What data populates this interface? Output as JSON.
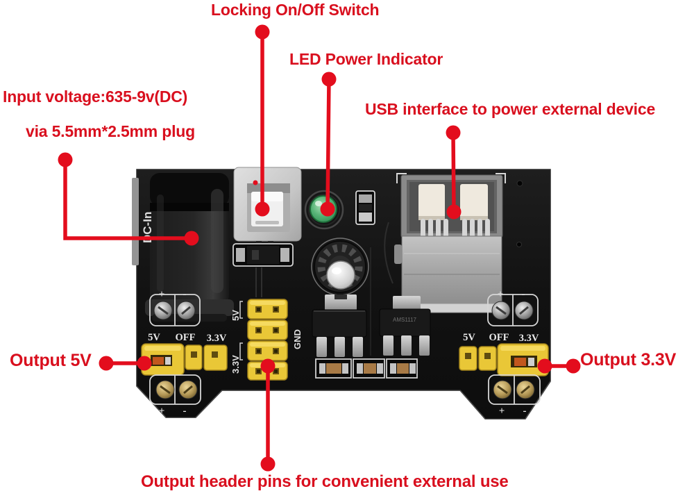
{
  "colors": {
    "annotation_red": "#d90f1e",
    "board_black": "#141414",
    "jumper_yellow": "#e9c737",
    "led_green": "#2e9053",
    "silkscreen_white": "#e6e6e6"
  },
  "annotations": {
    "locking_switch": "Locking On/Off Switch",
    "led_indicator": "LED Power Indicator",
    "input_voltage_line1": "Input voltage:635-9v(DC)",
    "input_voltage_line2": "via 5.5mm*2.5mm plug",
    "usb_interface": "USB interface to power external device",
    "output_5v": "Output 5V",
    "output_3v3": "Output 3.3V",
    "header_pins": "Output header pins for convenient external use"
  },
  "board": {
    "dc_in_label": "DC-In",
    "plus": "+",
    "minus": "-",
    "left_rail": {
      "v5": "5V",
      "off": "OFF",
      "v33": "3.3V"
    },
    "right_rail": {
      "v5": "5V",
      "off": "OFF",
      "v33": "3.3V"
    },
    "header": {
      "v5": "5V",
      "gnd": "GND",
      "v33": "3.3V"
    },
    "regulator_marking": "AMS1117"
  }
}
